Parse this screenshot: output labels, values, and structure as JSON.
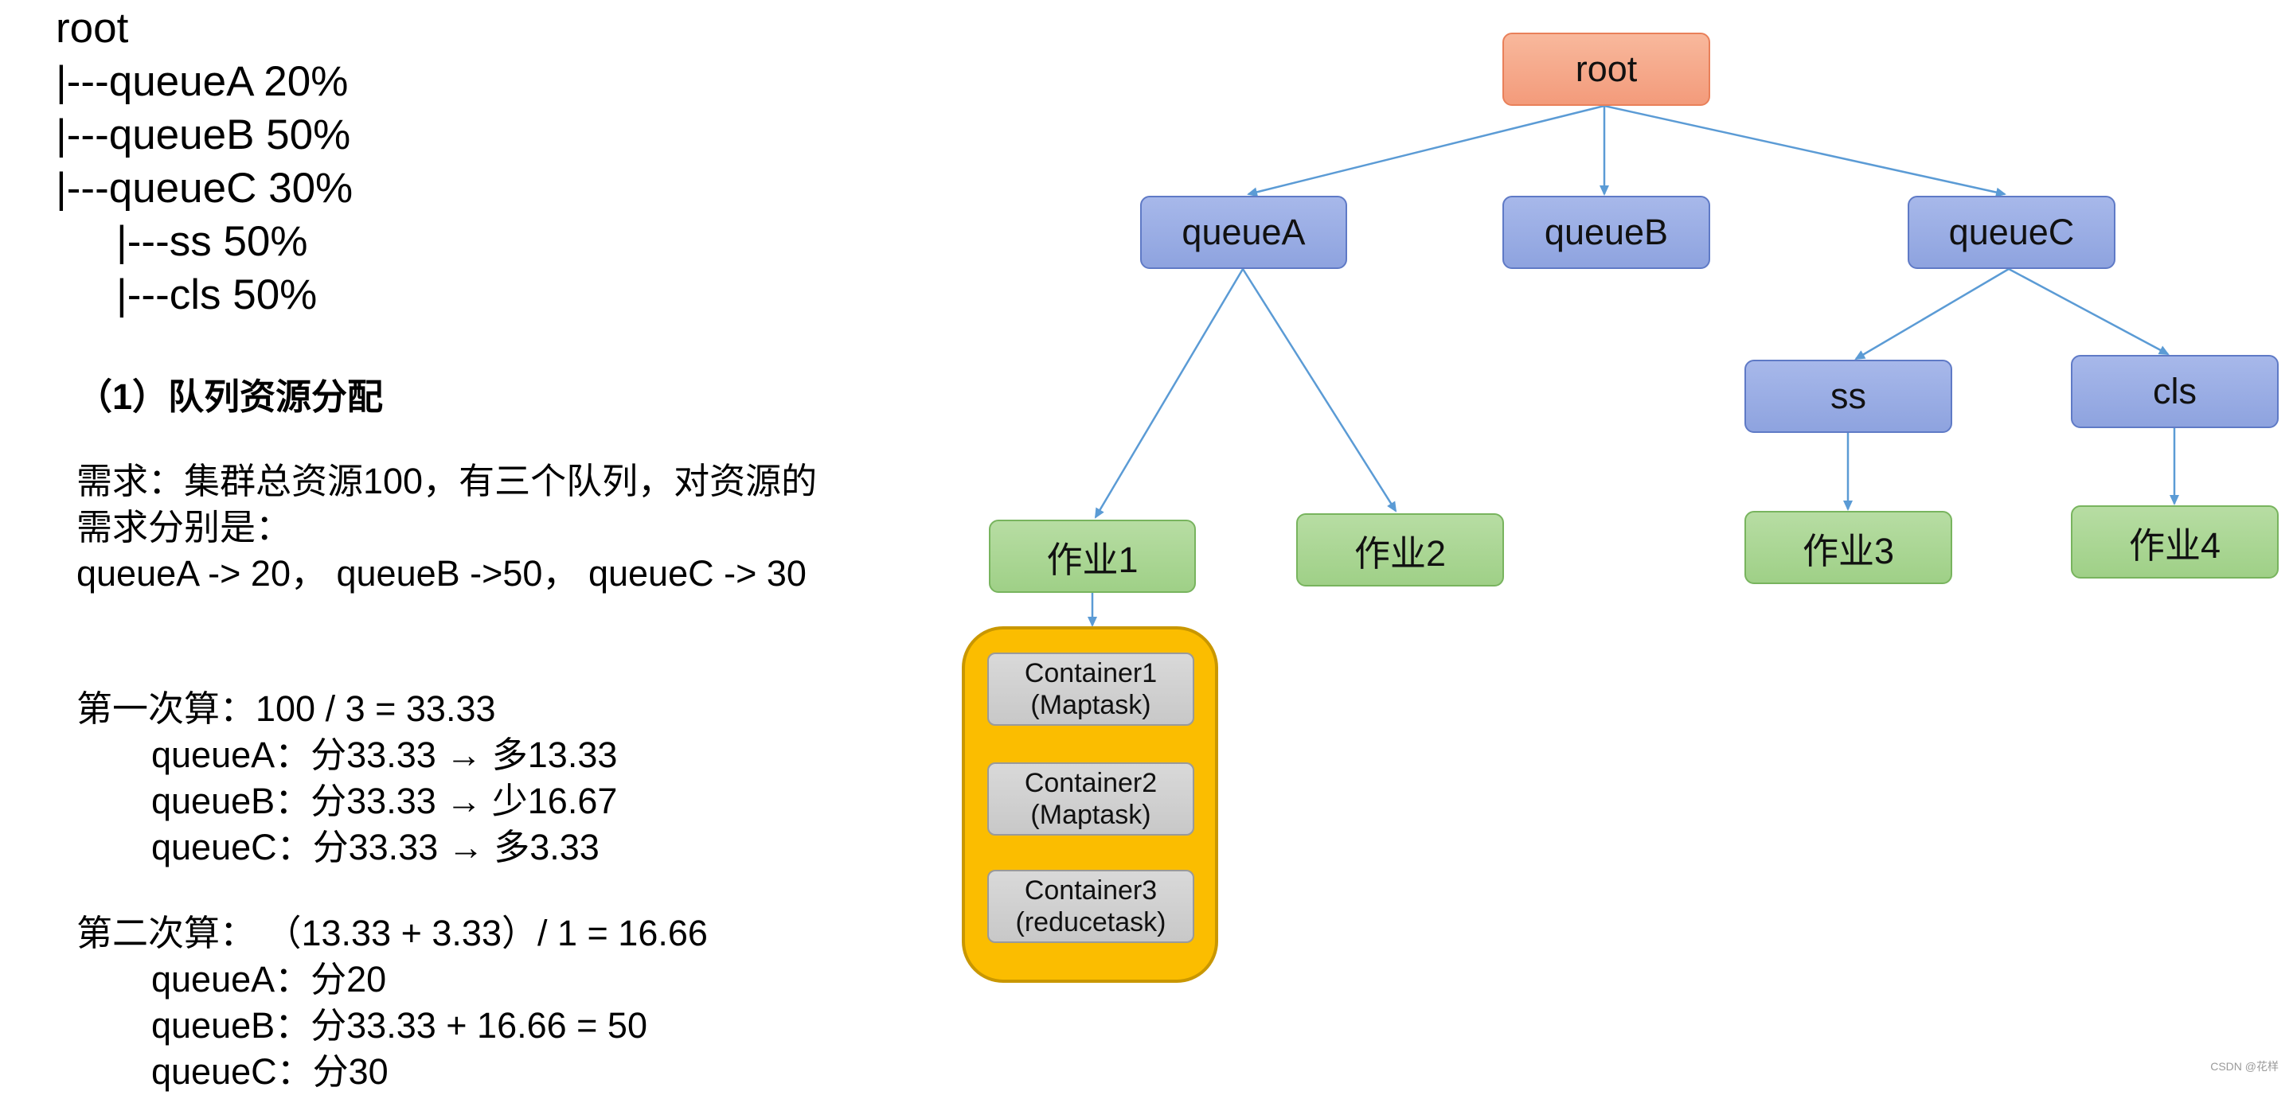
{
  "tree_text": [
    "root",
    "|---queueA  20%",
    "|---queueB  50%",
    "|---queueC  30%",
    "|---ss   50%",
    "|---cls  50%"
  ],
  "section_title": "（1）队列资源分配",
  "requirement": [
    "需求：集群总资源100，有三个队列，对资源的",
    "需求分别是：",
    "queueA -> 20，  queueB ->50，  queueC -> 30"
  ],
  "first_calc": {
    "heading": "第一次算：100 / 3 = 33.33",
    "lines": [
      "queueA：分33.33 → 多13.33",
      "queueB：分33.33 → 少16.67",
      "queueC：分33.33 → 多3.33"
    ]
  },
  "second_calc": {
    "heading": "第二次算：  （13.33 + 3.33）/ 1 = 16.66",
    "lines": [
      "queueA：分20",
      "queueB：分33.33 + 16.66 = 50",
      "queueC：分30"
    ]
  },
  "diagram": {
    "root": "root",
    "queues": [
      "queueA",
      "queueB",
      "queueC"
    ],
    "subqueues": [
      "ss",
      "cls"
    ],
    "jobs": [
      "作业1",
      "作业2",
      "作业3",
      "作业4"
    ],
    "containers": [
      {
        "name": "Container1",
        "task": "(Maptask)"
      },
      {
        "name": "Container2",
        "task": "(Maptask)"
      },
      {
        "name": "Container3",
        "task": "(reducetask)"
      }
    ],
    "colors": {
      "root": "#f39b7b",
      "queue": "#8ea3df",
      "job": "#9fd087",
      "container_frame": "#fbbd00",
      "container": "#c8c8c8",
      "edge": "#5b9bd5"
    }
  },
  "watermark": "CSDN @花样"
}
